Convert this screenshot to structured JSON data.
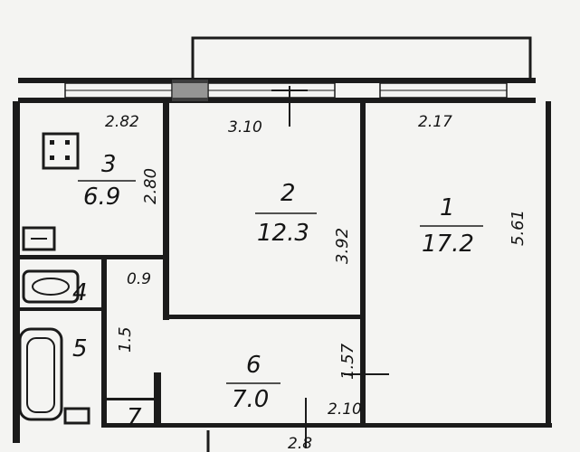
{
  "rooms": [
    {
      "number": "3",
      "area": "6.9"
    },
    {
      "number": "2",
      "area": "12.3"
    },
    {
      "number": "1",
      "area": "17.2"
    },
    {
      "number": "6",
      "area": "7.0"
    },
    {
      "number": "4",
      "area": ""
    },
    {
      "number": "5",
      "area": ""
    },
    {
      "number": "7",
      "area": ""
    }
  ],
  "dimensions": {
    "kitchen_top": "2.82",
    "room2_top": "3.10",
    "room1_top": "2.17",
    "kitchen_side": "2.80",
    "room2_side": "3.92",
    "room1_side": "5.61",
    "toilet": "0.9",
    "bath_side": "1.5",
    "hall_side": "1.57",
    "hall_bottom": "2.10",
    "bottom": "2.8"
  },
  "colors": {
    "ink": "#1b1b1b",
    "paper": "#f4f4f2"
  }
}
